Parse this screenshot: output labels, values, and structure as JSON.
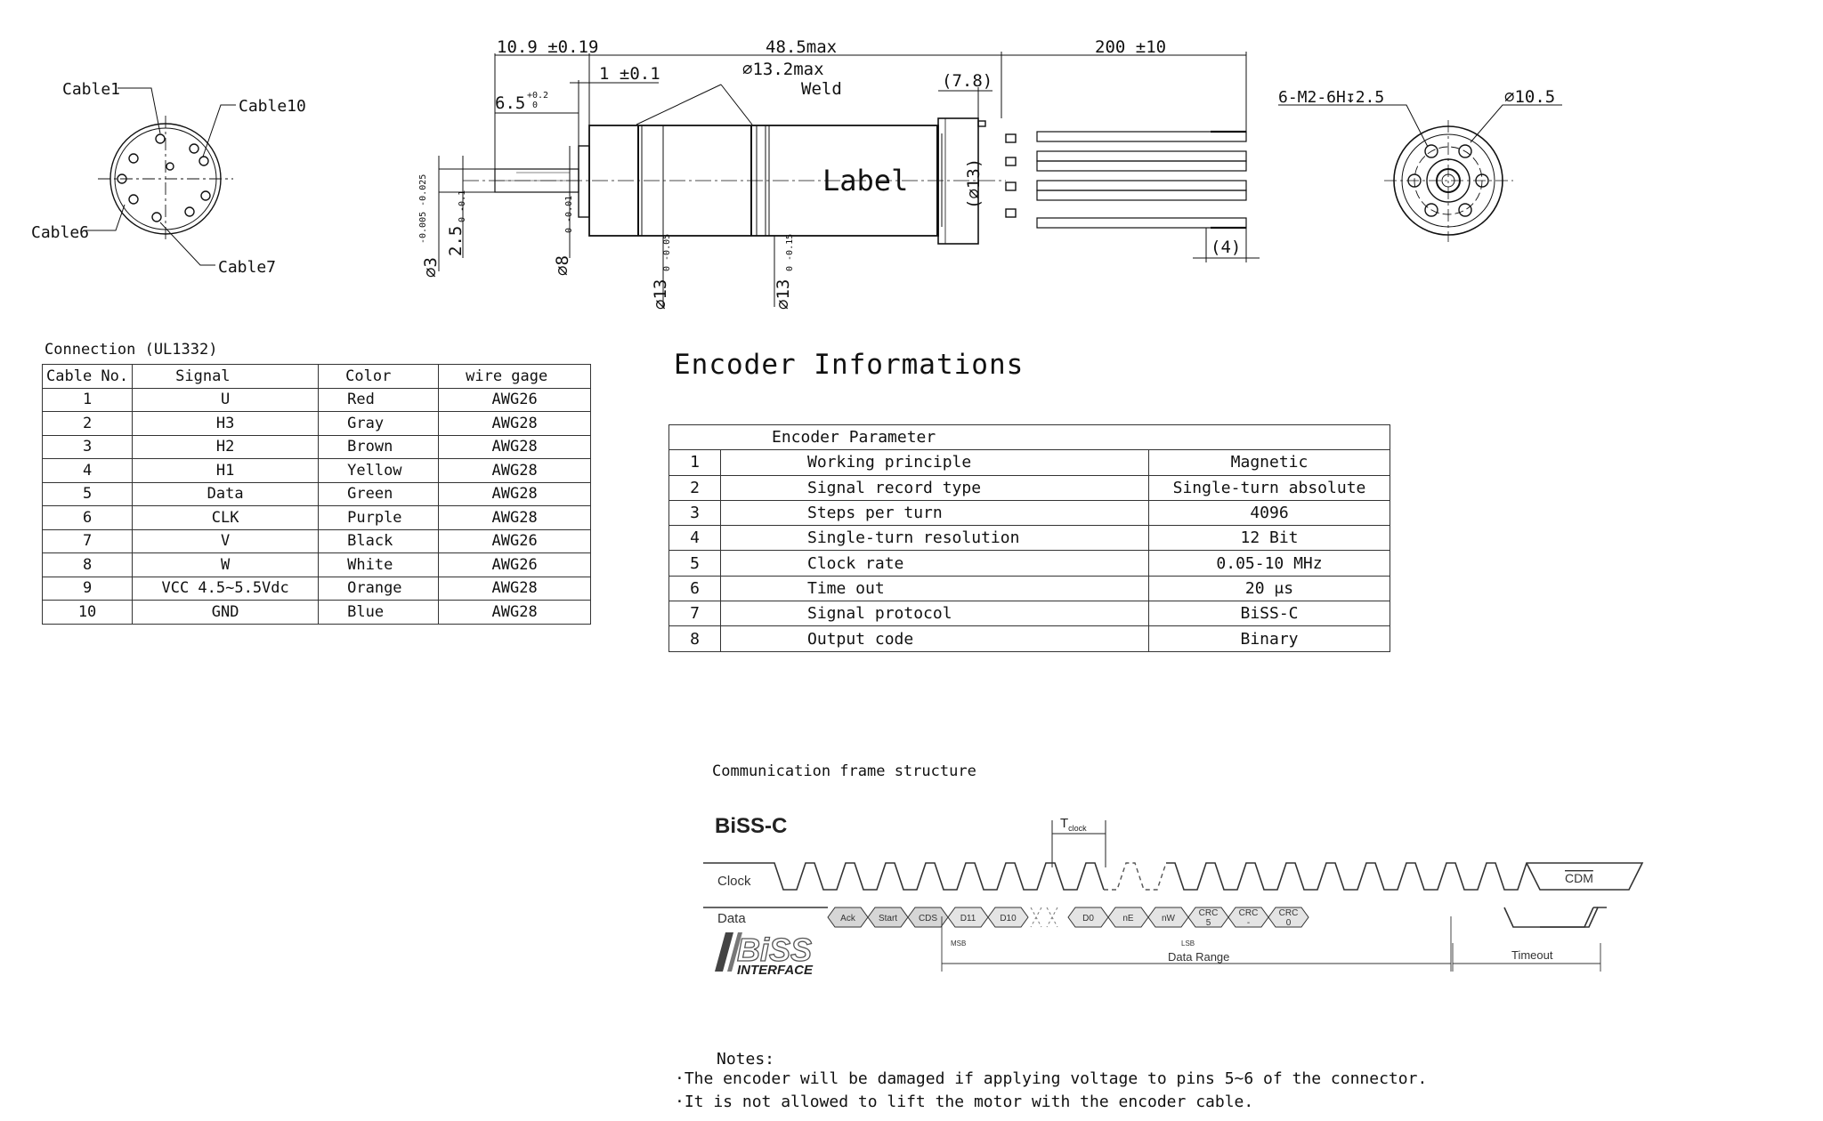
{
  "drawing": {
    "dims": {
      "d_10_9": "10.9 ±0.19",
      "d_48_5": "48.5max",
      "d_200": "200 ±10",
      "d_1": "1 ±0.1",
      "d_13_2": "∅13.2max",
      "weld": "Weld",
      "d_7_8": "(7.8)",
      "d_6_5": "6.5",
      "d_6_5_tol_top": "+0.2",
      "d_6_5_tol_bot": "0",
      "label": "Label",
      "d_13_paren": "(∅13)",
      "d_3": "∅3",
      "d_3_tol": "-0.005 -0.025",
      "d_2_5": "2.5",
      "d_2_5_tol": "0 -0.1",
      "d_8": "∅8",
      "d_8_tol": "0 -0.01",
      "d_13_a": "∅13",
      "d_13_a_tol": "0 -0.05",
      "d_13_b": "∅13",
      "d_13_b_tol": "0 -0.15",
      "d_4": "(4)",
      "thread": "6-M2-6H↧2.5",
      "d_10_5": "∅10.5"
    },
    "cable_labels": {
      "cable1": "Cable1",
      "cable10": "Cable10",
      "cable6": "Cable6",
      "cable7": "Cable7"
    }
  },
  "connection": {
    "caption": "Connection (UL1332)",
    "headers": [
      "Cable No.",
      "Signal",
      "Color",
      "wire gage"
    ],
    "rows": [
      [
        "1",
        "U",
        "Red",
        "AWG26"
      ],
      [
        "2",
        "H3",
        "Gray",
        "AWG28"
      ],
      [
        "3",
        "H2",
        "Brown",
        "AWG28"
      ],
      [
        "4",
        "H1",
        "Yellow",
        "AWG28"
      ],
      [
        "5",
        "Data",
        "Green",
        "AWG28"
      ],
      [
        "6",
        "CLK",
        "Purple",
        "AWG28"
      ],
      [
        "7",
        "V",
        "Black",
        "AWG26"
      ],
      [
        "8",
        "W",
        "White",
        "AWG26"
      ],
      [
        "9",
        "VCC 4.5~5.5Vdc",
        "Orange",
        "AWG28"
      ],
      [
        "10",
        "GND",
        "Blue",
        "AWG28"
      ]
    ]
  },
  "encoder": {
    "title": "Encoder Informations",
    "table_header": "Encoder Parameter",
    "rows": [
      [
        "1",
        "Working principle",
        "Magnetic"
      ],
      [
        "2",
        "Signal record type",
        "Single-turn absolute"
      ],
      [
        "3",
        "Steps per turn",
        "4096"
      ],
      [
        "4",
        "Single-turn resolution",
        "12 Bit"
      ],
      [
        "5",
        "Clock rate",
        "0.05-10 MHz"
      ],
      [
        "6",
        "Time out",
        "20 μs"
      ],
      [
        "7",
        "Signal protocol",
        "BiSS-C"
      ],
      [
        "8",
        "Output code",
        "Binary"
      ]
    ]
  },
  "timing": {
    "section_title": "Communication frame structure",
    "protocol": "BiSS-C",
    "tclock_main": "T",
    "tclock_sub": "clock",
    "clock_label": "Clock",
    "cdm": "CDM",
    "data_label": "Data",
    "fields": [
      "Ack",
      "Start",
      "CDS",
      "D11",
      "D10",
      "D0",
      "nE",
      "nW",
      "CRC 5",
      "CRC -",
      "CRC 0"
    ],
    "msb": "MSB",
    "lsb": "LSB",
    "data_range": "Data Range",
    "timeout": "Timeout",
    "logo_top": "BiSS",
    "logo_bottom": "INTERFACE"
  },
  "notes": {
    "title": "Notes:",
    "items": [
      "·The encoder will be damaged if applying voltage to pins 5~6 of the connector.",
      "·It is not allowed to lift the motor with the encoder cable."
    ]
  }
}
